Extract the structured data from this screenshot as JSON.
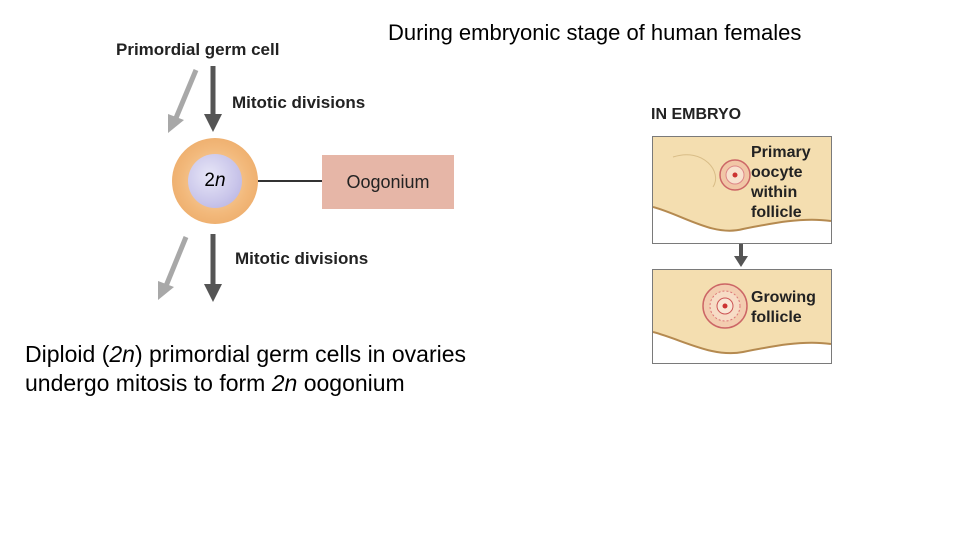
{
  "title": "During embryonic stage of human females",
  "labels": {
    "primordial_germ_cell": "Primordial germ cell",
    "mitotic_divisions_top": "Mitotic divisions",
    "mitotic_divisions_bottom": "Mitotic divisions",
    "ploidy_number": "2",
    "ploidy_letter": "n",
    "oogonium": "Oogonium"
  },
  "caption": {
    "line1_a": "Diploid (",
    "line1_b": "2n",
    "line1_c": ") primordial germ cells in ovaries",
    "line2_a": "undergo mitosis to form ",
    "line2_b": "2n",
    "line2_c": " oogonium"
  },
  "embryo": {
    "heading": "IN EMBRYO",
    "panel1": [
      "Primary",
      "oocyte",
      "within",
      "follicle"
    ],
    "panel2": [
      "Growing",
      "follicle"
    ]
  },
  "colors": {
    "cell_cytoplasm": "#f2b87a",
    "nucleus": "#c9c5ea",
    "oogonium_box": "#e6b6a7",
    "arrow_dark": "#555555",
    "arrow_light": "#a8a8a8",
    "tissue": "#f4deb0"
  }
}
